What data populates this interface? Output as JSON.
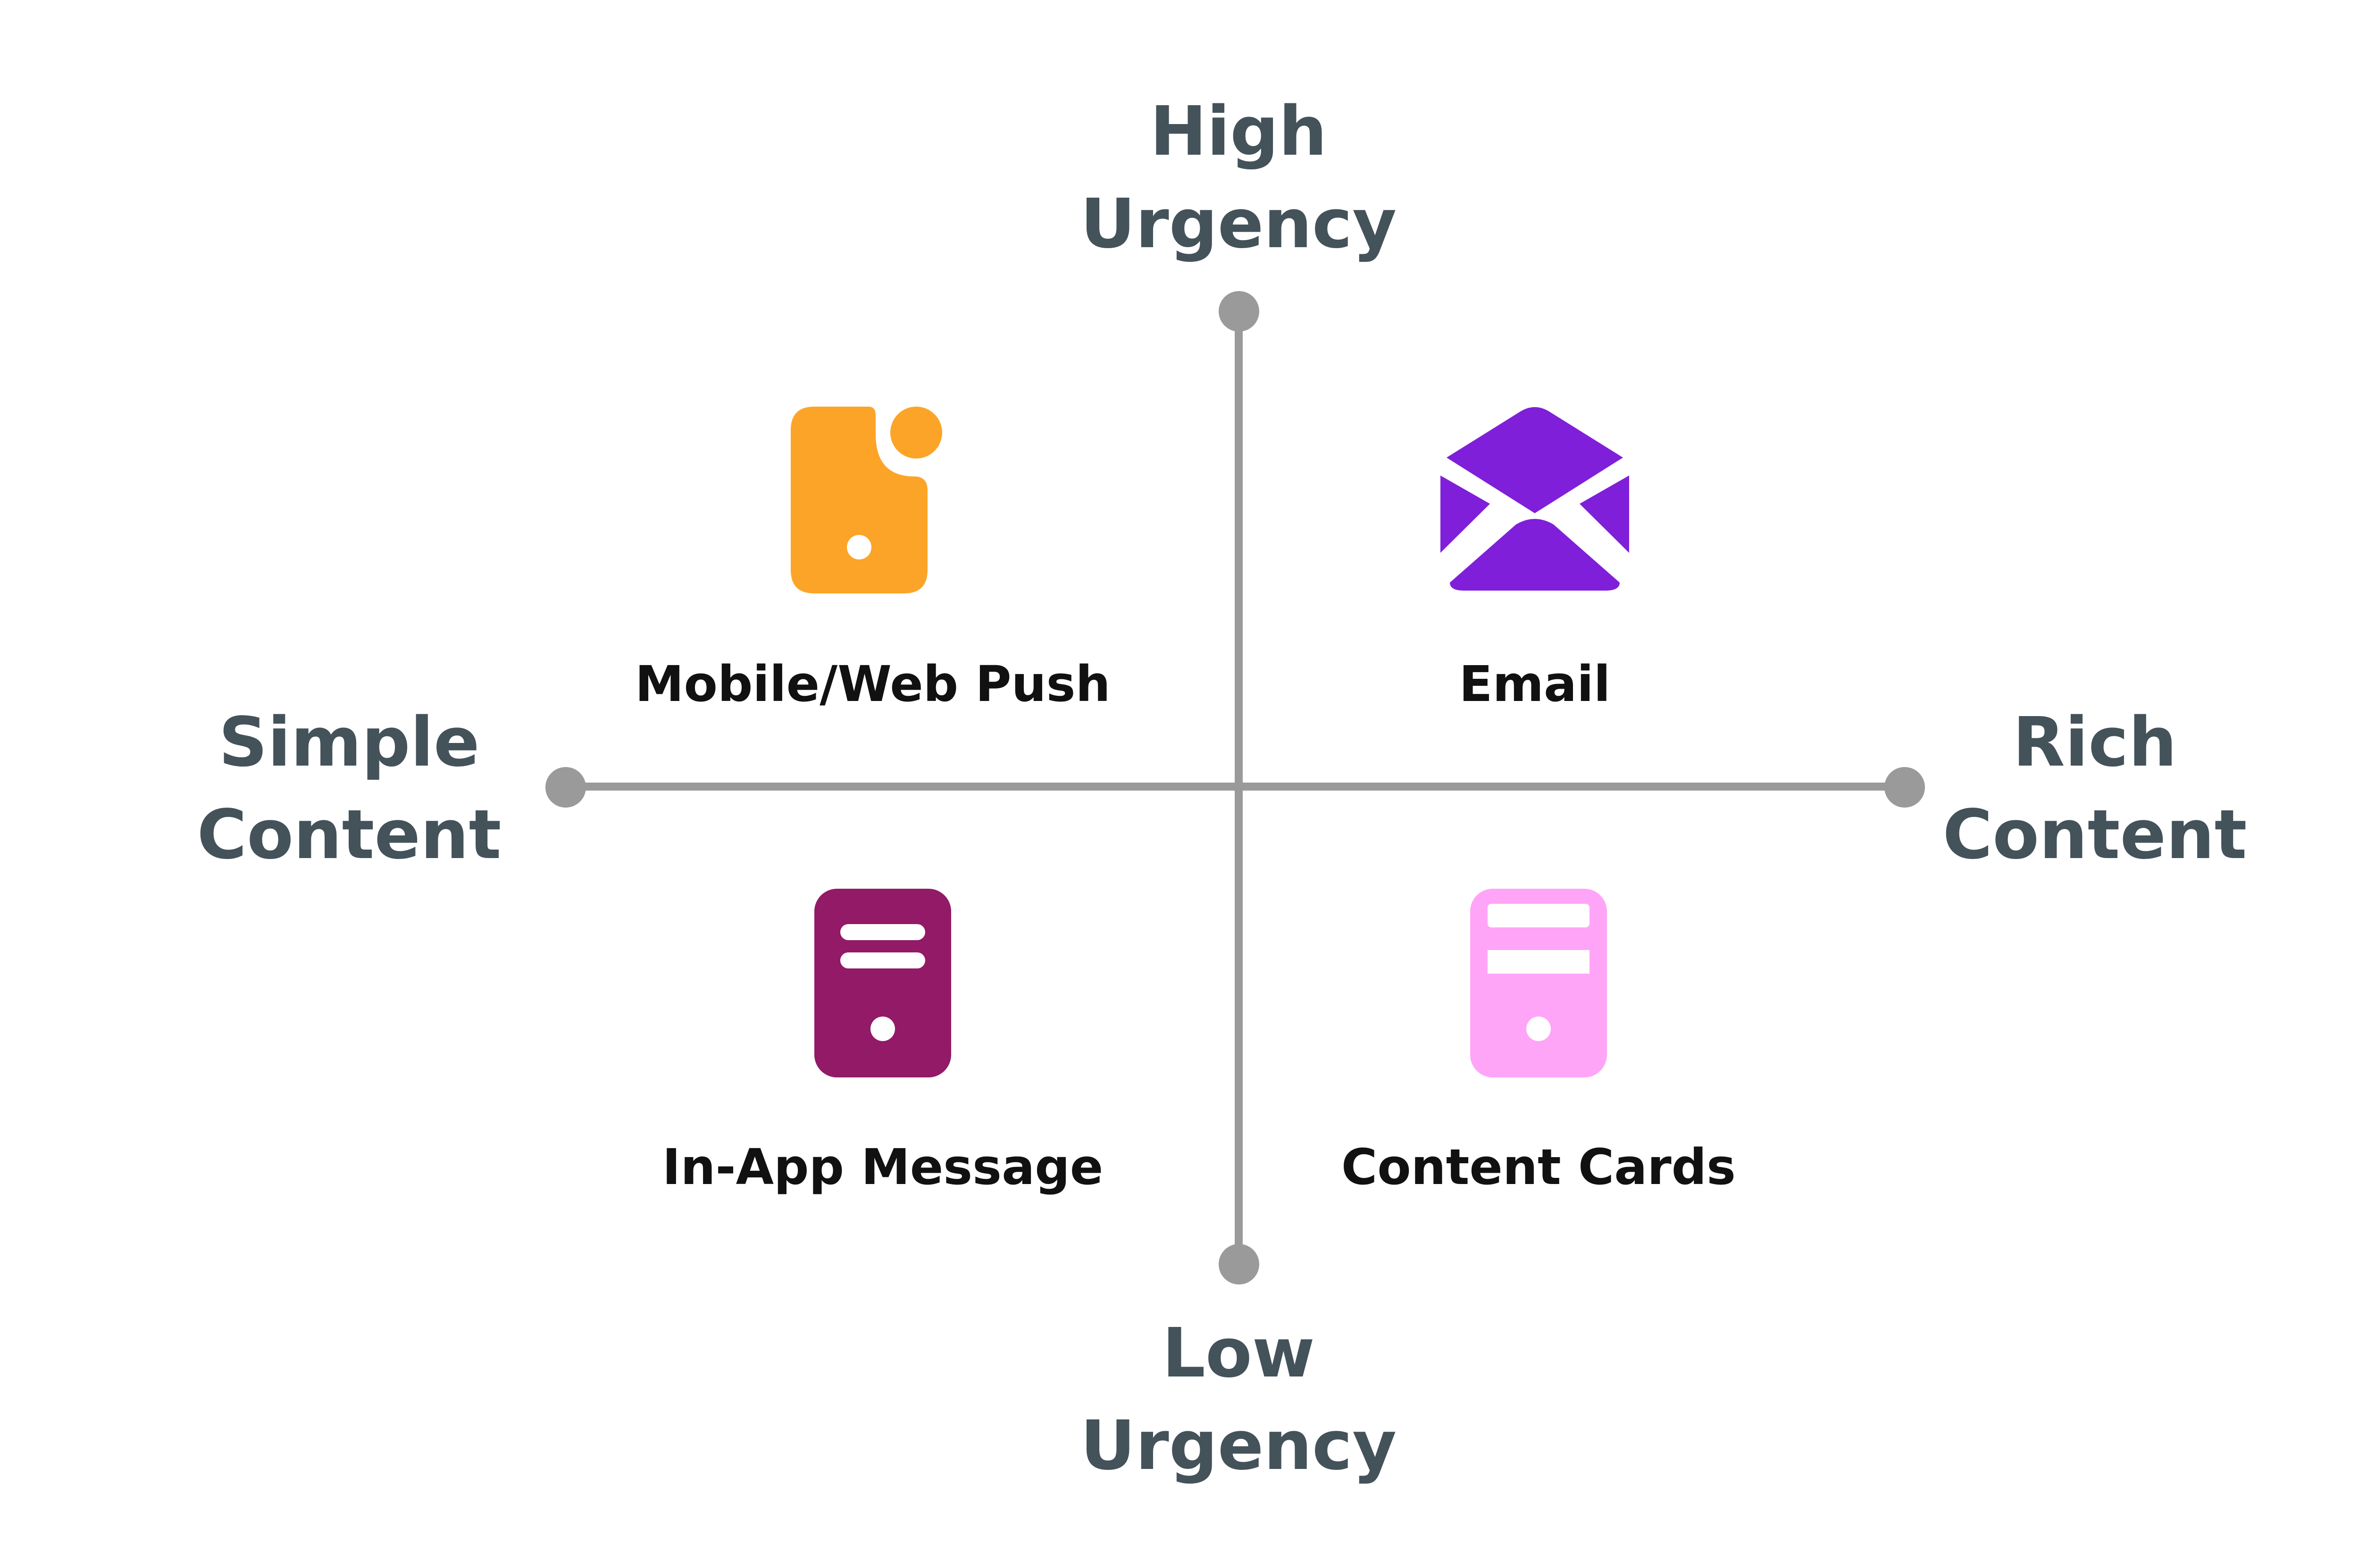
{
  "axes": {
    "top": {
      "line1": "High",
      "line2": "Urgency"
    },
    "bottom": {
      "line1": "Low",
      "line2": "Urgency"
    },
    "left": {
      "line1": "Simple",
      "line2": "Content"
    },
    "right": {
      "line1": "Rich",
      "line2": "Content"
    },
    "line_color": "#9a9a9a",
    "label_color": "#44525a"
  },
  "channels": [
    {
      "label": "Mobile/Web Push",
      "icon": "mobile-push-icon",
      "color": "#fca428",
      "quadrant": "top-left"
    },
    {
      "label": "Email",
      "icon": "envelope-icon",
      "color": "#801fd9",
      "quadrant": "top-right"
    },
    {
      "label": "In-App Message",
      "icon": "in-app-message-icon",
      "color": "#921a67",
      "quadrant": "bottom-left"
    },
    {
      "label": "Content Cards",
      "icon": "content-cards-icon",
      "color": "#ffa5f7",
      "quadrant": "bottom-right"
    }
  ]
}
